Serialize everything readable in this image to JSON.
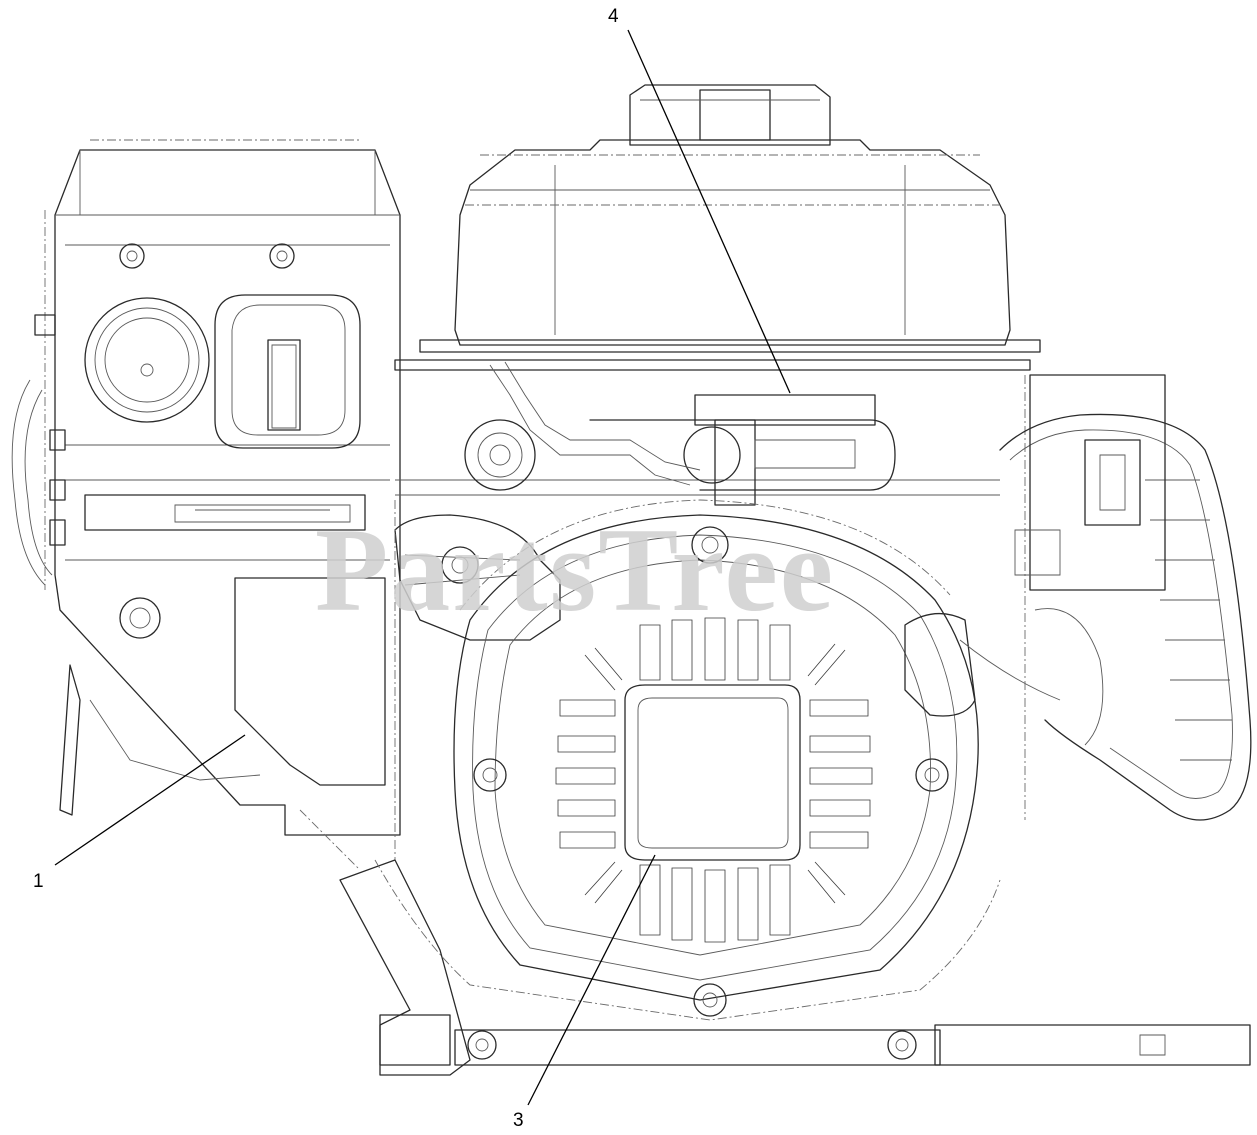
{
  "watermark": "PartsTree",
  "callouts": [
    {
      "id": "1",
      "label": "1"
    },
    {
      "id": "3",
      "label": "3"
    },
    {
      "id": "4",
      "label": "4"
    }
  ]
}
